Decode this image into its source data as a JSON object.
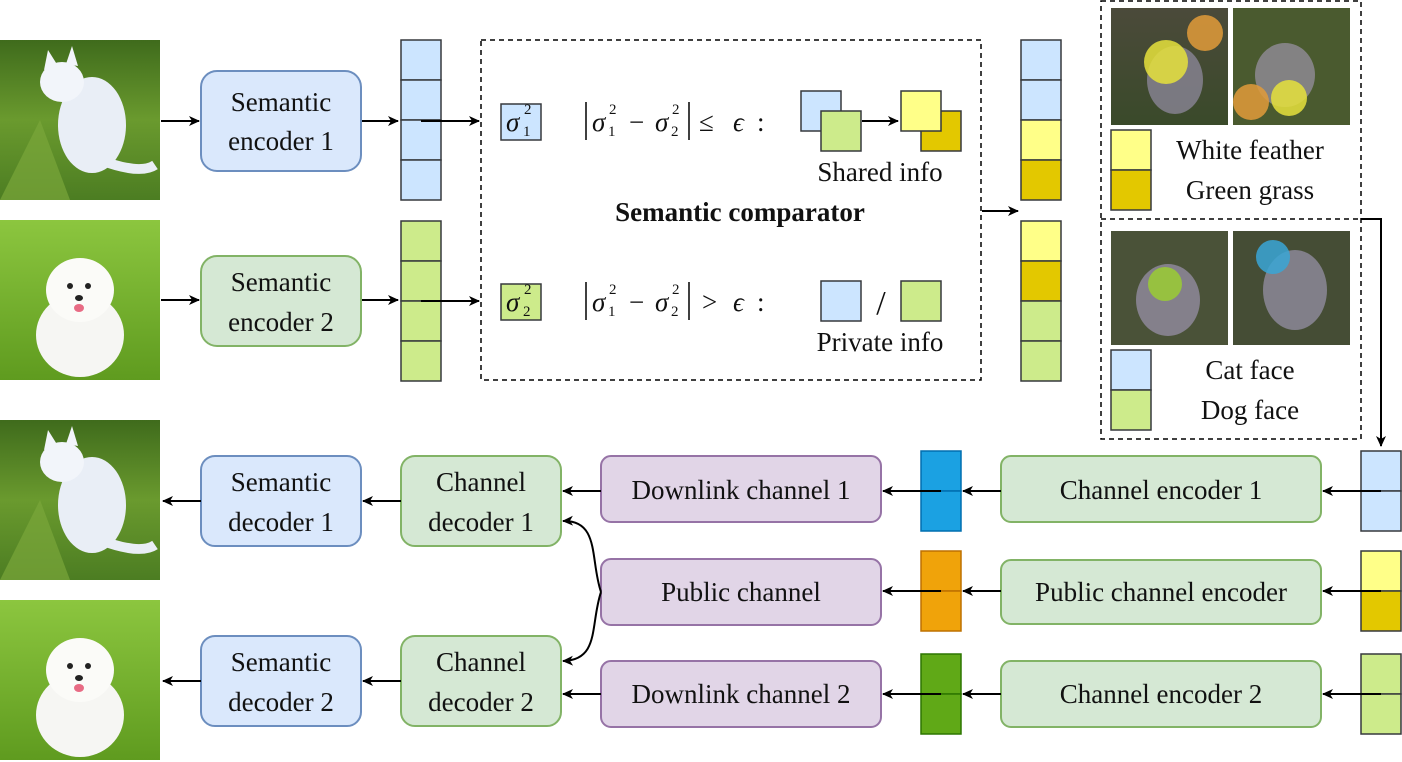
{
  "colors": {
    "blue_fill": "#dae8fc",
    "blue_stroke": "#6c8ebf",
    "green_fill": "#d5e8d4",
    "green_stroke": "#82b366",
    "purple_fill": "#e1d5e7",
    "purple_stroke": "#9673a6",
    "cell_blue": "#cce5ff",
    "cell_green": "#cdeb8b",
    "yellow_light": "#ffff88",
    "yellow_dark": "#e3c800",
    "ch_blue": "#1ba1e2",
    "ch_orange": "#f0a30a",
    "ch_green": "#60a917"
  },
  "encoders": {
    "enc1": [
      "Semantic",
      "encoder 1"
    ],
    "enc2": [
      "Semantic",
      "encoder 2"
    ]
  },
  "comparator": {
    "title": "Semantic comparator",
    "sigma1": "σ",
    "sigma_sup": "2",
    "sub1": "1",
    "sub2": "2",
    "cond_shared_rel": "≤",
    "cond_private_rel": ">",
    "epsilon": "ϵ",
    "shared_label": "Shared info",
    "private_label": "Private info",
    "slash": "/"
  },
  "legend": {
    "top": [
      "White feather",
      "Green grass"
    ],
    "bottom": [
      "Cat face",
      "Dog face"
    ]
  },
  "channel_encoders": {
    "ce1": "Channel encoder 1",
    "pce": "Public channel encoder",
    "ce2": "Channel encoder 2"
  },
  "channels": {
    "dl1": "Downlink channel 1",
    "pub": "Public channel",
    "dl2": "Downlink channel 2"
  },
  "channel_decoders": {
    "cd1": [
      "Channel",
      "decoder 1"
    ],
    "cd2": [
      "Channel",
      "decoder 2"
    ]
  },
  "semantic_decoders": {
    "sd1": [
      "Semantic",
      "decoder 1"
    ],
    "sd2": [
      "Semantic",
      "decoder 2"
    ]
  },
  "images": {
    "cat_input": "cat photo",
    "dog_input": "dog photo"
  }
}
